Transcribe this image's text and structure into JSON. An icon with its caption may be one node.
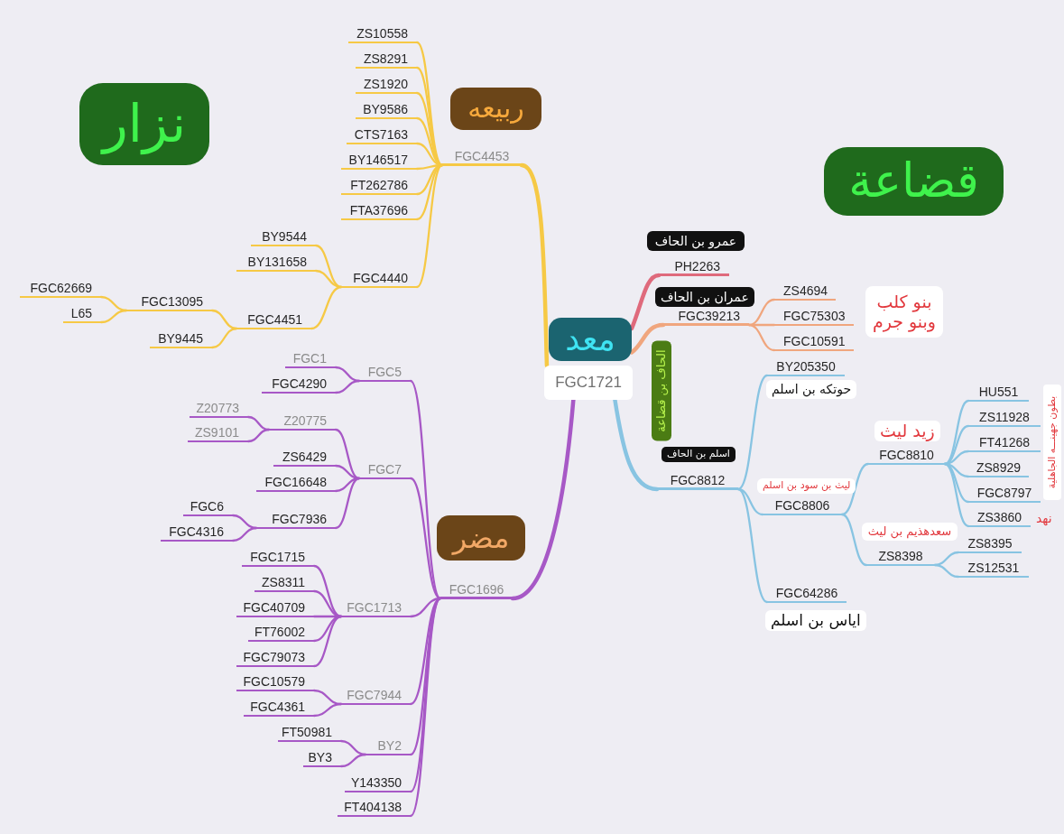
{
  "diagram": {
    "nodes": [
      {
        "text": [
          "نزار"
        ]
      },
      {
        "text": [
          "ربيعه"
        ]
      },
      {
        "text": [
          "قضاعة"
        ]
      },
      {
        "text": [
          "معد"
        ]
      },
      {
        "text": [
          "FGC1721"
        ]
      },
      {
        "text": [
          "FGC4453"
        ]
      },
      {
        "text": [
          "ZS10558"
        ]
      },
      {
        "text": [
          "ZS8291"
        ]
      },
      {
        "text": [
          "ZS1920"
        ]
      },
      {
        "text": [
          "BY9586"
        ]
      },
      {
        "text": [
          "CTS7163"
        ]
      },
      {
        "text": [
          "BY146517"
        ]
      },
      {
        "text": [
          "FT262786"
        ]
      },
      {
        "text": [
          "FTA37696"
        ]
      },
      {
        "text": [
          "FGC4440"
        ]
      },
      {
        "text": [
          "BY9544"
        ]
      },
      {
        "text": [
          "BY131658"
        ]
      },
      {
        "text": [
          "FGC4451"
        ]
      },
      {
        "text": [
          "FGC13095"
        ]
      },
      {
        "text": [
          "FGC62669"
        ]
      },
      {
        "text": [
          "L65"
        ]
      },
      {
        "text": [
          "BY9445"
        ]
      },
      {
        "text": [
          "مضر"
        ]
      },
      {
        "text": [
          "FGC1696"
        ]
      },
      {
        "text": [
          "FGC5"
        ]
      },
      {
        "text": [
          "FGC1"
        ]
      },
      {
        "text": [
          "FGC4290"
        ]
      },
      {
        "text": [
          "FGC7"
        ]
      },
      {
        "text": [
          "Z20775"
        ]
      },
      {
        "text": [
          "Z20773"
        ]
      },
      {
        "text": [
          "ZS9101"
        ]
      },
      {
        "text": [
          "ZS6429"
        ]
      },
      {
        "text": [
          "FGC16648"
        ]
      },
      {
        "text": [
          "FGC7936"
        ]
      },
      {
        "text": [
          "FGC6"
        ]
      },
      {
        "text": [
          "FGC4316"
        ]
      },
      {
        "text": [
          "FGC1713"
        ]
      },
      {
        "text": [
          "FGC1715"
        ]
      },
      {
        "text": [
          "ZS8311"
        ]
      },
      {
        "text": [
          "FGC40709"
        ]
      },
      {
        "text": [
          "FT76002"
        ]
      },
      {
        "text": [
          "FGC79073"
        ]
      },
      {
        "text": [
          "FGC7944"
        ]
      },
      {
        "text": [
          "FGC10579"
        ]
      },
      {
        "text": [
          "FGC4361"
        ]
      },
      {
        "text": [
          "BY2"
        ]
      },
      {
        "text": [
          "FT50981"
        ]
      },
      {
        "text": [
          "BY3"
        ]
      },
      {
        "text": [
          "Y143350"
        ]
      },
      {
        "text": [
          "FT404138"
        ]
      },
      {
        "text": [
          "عمرو بن الحاف"
        ]
      },
      {
        "text": [
          "PH2263"
        ]
      },
      {
        "text": [
          "عمران بن الحاف"
        ]
      },
      {
        "text": [
          "FGC39213"
        ]
      },
      {
        "text": [
          "ZS4694"
        ]
      },
      {
        "text": [
          "FGC75303"
        ]
      },
      {
        "text": [
          "FGC10591"
        ]
      },
      {
        "text": [
          "بنو كلب وبنو جرم"
        ]
      },
      {
        "text": [
          "الحاف بن قضاعة"
        ]
      },
      {
        "text": [
          "FGC8812"
        ]
      },
      {
        "text": [
          "اسلم بن الحاف"
        ]
      },
      {
        "text": [
          "BY205350"
        ]
      },
      {
        "text": [
          "حوتكه بن اسلم"
        ]
      },
      {
        "text": [
          "FGC8806"
        ]
      },
      {
        "text": [
          "ليث بن سود بن اسلم"
        ]
      },
      {
        "text": [
          "FGC8810"
        ]
      },
      {
        "text": [
          "زيد ليث"
        ]
      },
      {
        "text": [
          "HU551"
        ]
      },
      {
        "text": [
          "ZS11928"
        ]
      },
      {
        "text": [
          "FT41268"
        ]
      },
      {
        "text": [
          "ZS8929"
        ]
      },
      {
        "text": [
          "FGC8797"
        ]
      },
      {
        "text": [
          "ZS3860"
        ],
        "beside": [
          "نهد"
        ]
      },
      {
        "text": [
          "بطون جهينـــه الجاهلية"
        ]
      },
      {
        "text": [
          "ZS8398"
        ]
      },
      {
        "text": [
          "سعدهذيم بن ليث"
        ]
      },
      {
        "text": [
          "ZS8395"
        ]
      },
      {
        "text": [
          "ZS12531"
        ]
      },
      {
        "text": [
          "FGC64286"
        ]
      },
      {
        "text": [
          "اياس بن اسلم"
        ]
      }
    ],
    "edges": [
      {
        "from": 4,
        "to": 5,
        "arrow": "none",
        "style": "thick",
        "color": "#f6c945"
      },
      {
        "from": 5,
        "to": 6,
        "arrow": "none",
        "color": "#f6c945"
      },
      {
        "from": 5,
        "to": 7,
        "arrow": "none",
        "color": "#f6c945"
      },
      {
        "from": 5,
        "to": 8,
        "arrow": "none",
        "color": "#f6c945"
      },
      {
        "from": 5,
        "to": 9,
        "arrow": "none",
        "color": "#f6c945"
      },
      {
        "from": 5,
        "to": 10,
        "arrow": "none",
        "color": "#f6c945"
      },
      {
        "from": 5,
        "to": 11,
        "arrow": "none",
        "color": "#f6c945"
      },
      {
        "from": 5,
        "to": 12,
        "arrow": "none",
        "color": "#f6c945"
      },
      {
        "from": 5,
        "to": 13,
        "arrow": "none",
        "color": "#f6c945"
      },
      {
        "from": 5,
        "to": 14,
        "arrow": "none",
        "color": "#f6c945"
      },
      {
        "from": 14,
        "to": 15,
        "arrow": "none",
        "color": "#f6c945"
      },
      {
        "from": 14,
        "to": 16,
        "arrow": "none",
        "color": "#f6c945"
      },
      {
        "from": 14,
        "to": 17,
        "arrow": "none",
        "color": "#f6c945"
      },
      {
        "from": 17,
        "to": 18,
        "arrow": "none",
        "color": "#f6c945"
      },
      {
        "from": 17,
        "to": 21,
        "arrow": "none",
        "color": "#f6c945"
      },
      {
        "from": 18,
        "to": 19,
        "arrow": "none",
        "color": "#f6c945"
      },
      {
        "from": 18,
        "to": 20,
        "arrow": "none",
        "color": "#f6c945"
      },
      {
        "from": 4,
        "to": 23,
        "arrow": "none",
        "style": "thick"
      },
      {
        "from": 23,
        "to": 24,
        "arrow": "none"
      },
      {
        "from": 24,
        "to": 25,
        "arrow": "none"
      },
      {
        "from": 24,
        "to": 26,
        "arrow": "none"
      },
      {
        "from": 23,
        "to": 27,
        "arrow": "none"
      },
      {
        "from": 27,
        "to": 28,
        "arrow": "none"
      },
      {
        "from": 28,
        "to": 29,
        "arrow": "none"
      },
      {
        "from": 28,
        "to": 30,
        "arrow": "none"
      },
      {
        "from": 27,
        "to": 31,
        "arrow": "none"
      },
      {
        "from": 27,
        "to": 32,
        "arrow": "none"
      },
      {
        "from": 27,
        "to": 33,
        "arrow": "none"
      },
      {
        "from": 33,
        "to": 34,
        "arrow": "none"
      },
      {
        "from": 33,
        "to": 35,
        "arrow": "none"
      },
      {
        "from": 23,
        "to": 36,
        "arrow": "none"
      },
      {
        "from": 36,
        "to": 37,
        "arrow": "none"
      },
      {
        "from": 36,
        "to": 38,
        "arrow": "none"
      },
      {
        "from": 36,
        "to": 39,
        "arrow": "none"
      },
      {
        "from": 36,
        "to": 40,
        "arrow": "none"
      },
      {
        "from": 36,
        "to": 41,
        "arrow": "none"
      },
      {
        "from": 23,
        "to": 42,
        "arrow": "none"
      },
      {
        "from": 42,
        "to": 43,
        "arrow": "none"
      },
      {
        "from": 42,
        "to": 44,
        "arrow": "none"
      },
      {
        "from": 23,
        "to": 45,
        "arrow": "none"
      },
      {
        "from": 45,
        "to": 46,
        "arrow": "none"
      },
      {
        "from": 45,
        "to": 47,
        "arrow": "none"
      },
      {
        "from": 23,
        "to": 48,
        "arrow": "none"
      },
      {
        "from": 23,
        "to": 49,
        "arrow": "none"
      },
      {
        "from": 3,
        "to": 51,
        "arrow": "none",
        "style": "thick",
        "color": "#df6a7c"
      },
      {
        "from": 3,
        "to": 53,
        "arrow": "none",
        "style": "thick",
        "color": "#f0a67e"
      },
      {
        "from": 53,
        "to": 54,
        "arrow": "none",
        "color": "#f0a67e"
      },
      {
        "from": 53,
        "to": 55,
        "arrow": "none",
        "color": "#f0a67e"
      },
      {
        "from": 53,
        "to": 56,
        "arrow": "none",
        "color": "#f0a67e"
      },
      {
        "from": 4,
        "to": 59,
        "arrow": "none",
        "style": "thick",
        "color": "#88c4e2"
      },
      {
        "from": 59,
        "to": 61,
        "arrow": "none",
        "color": "#88c4e2"
      },
      {
        "from": 59,
        "to": 63,
        "arrow": "none",
        "color": "#88c4e2"
      },
      {
        "from": 59,
        "to": 78,
        "arrow": "none",
        "color": "#88c4e2"
      },
      {
        "from": 63,
        "to": 65,
        "arrow": "none",
        "color": "#88c4e2"
      },
      {
        "from": 63,
        "to": 74,
        "arrow": "none",
        "color": "#88c4e2"
      },
      {
        "from": 65,
        "to": 67,
        "arrow": "none",
        "color": "#88c4e2"
      },
      {
        "from": 65,
        "to": 68,
        "arrow": "none",
        "color": "#88c4e2"
      },
      {
        "from": 65,
        "to": 69,
        "arrow": "none",
        "color": "#88c4e2"
      },
      {
        "from": 65,
        "to": 70,
        "arrow": "none",
        "color": "#88c4e2"
      },
      {
        "from": 65,
        "to": 71,
        "arrow": "none",
        "color": "#88c4e2"
      },
      {
        "from": 65,
        "to": 72,
        "arrow": "none",
        "color": "#88c4e2"
      },
      {
        "from": 74,
        "to": 76,
        "arrow": "none",
        "color": "#88c4e2"
      },
      {
        "from": 74,
        "to": 77,
        "arrow": "none",
        "color": "#88c4e2"
      }
    ]
  }
}
